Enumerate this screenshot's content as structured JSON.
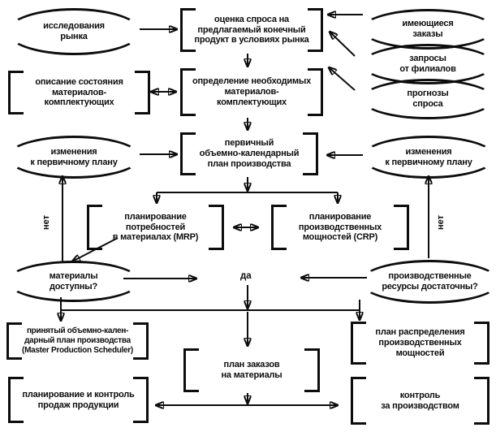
{
  "colors": {
    "ink": "#0d0d0d",
    "paper": "#ffffff"
  },
  "nodes": {
    "market_research": {
      "label": "исследования\nрынка"
    },
    "demand_assessment": {
      "label": "оценка спроса на\nпредлагаемый конечный\nпродукт в условиях рынка"
    },
    "existing_orders": {
      "label": "имеющиеся\nзаказы"
    },
    "branch_requests": {
      "label": "запросы\nот филиалов"
    },
    "demand_forecasts": {
      "label": "прогнозы\nспроса"
    },
    "materials_state": {
      "label": "описание состояния\nматериалов-\nкомплектующих"
    },
    "materials_needed": {
      "label": "определение необходимых\nматериалов-\nкомплектующих"
    },
    "plan_changes_left": {
      "label": "изменения\nк первичному плану"
    },
    "master_schedule": {
      "label": "первичный\nобъемно-календарный\nплан производства"
    },
    "plan_changes_right": {
      "label": "изменения\nк первичному плану"
    },
    "mrp": {
      "label": "планирование\nпотребностей\nв материалах (MRP)"
    },
    "crp": {
      "label": "планирование\nпроизводственных\nмощностей (CRP)"
    },
    "materials_available": {
      "label": "материалы\nдоступны?"
    },
    "resources_sufficient": {
      "label": "производственные\nресурсы достаточны?"
    },
    "accepted_plan": {
      "label": "принятый объемно-кален-\nдарный план производства\n(Master Production Scheduler)"
    },
    "material_orders_plan": {
      "label": "план заказов\nна материалы"
    },
    "capacity_plan": {
      "label": "план распределения\nпроизводственных\nмощностей"
    },
    "sales_control": {
      "label": "планирование и контроль\nпродаж продукции"
    },
    "production_control": {
      "label": "контроль\nза производством"
    }
  },
  "labels": {
    "yes": "да",
    "no_left": "нет",
    "no_right": "нет"
  }
}
